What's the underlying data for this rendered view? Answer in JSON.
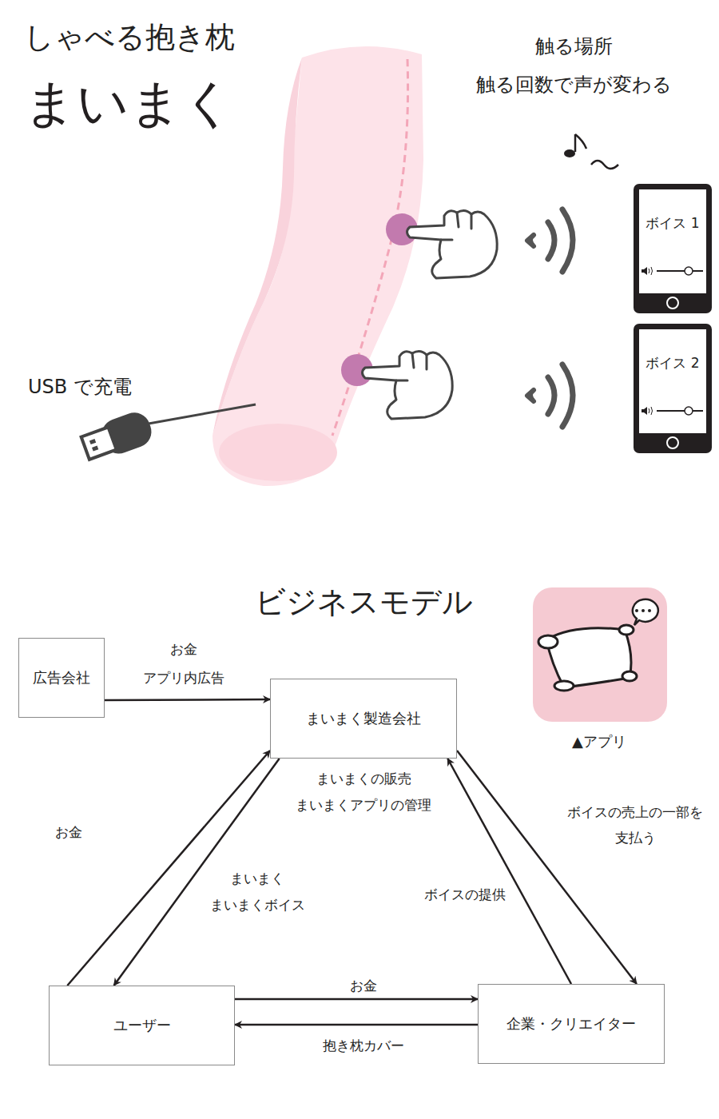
{
  "diagram": {
    "title": "まいまく",
    "nodes": [
      {
        "text": [
          "ボイス 1"
        ]
      },
      {
        "text": [
          "ボイス 2"
        ]
      },
      {
        "text": [
          "広告会社"
        ]
      },
      {
        "text": [
          "まいまく製造会社"
        ]
      },
      {
        "text": [
          "ユーザー"
        ]
      },
      {
        "text": [
          "企業・クリエイター"
        ]
      }
    ],
    "edges": [
      {
        "from": 2,
        "to": 3,
        "label": "お金 アプリ内広告",
        "arrow": "to"
      },
      {
        "from": 4,
        "to": 3,
        "label": "お金",
        "arrow": "to"
      },
      {
        "from": 3,
        "to": 4,
        "label": "まいまく まいまくボイス",
        "arrow": "to"
      },
      {
        "from": 3,
        "to": 5,
        "label": "ボイスの売上の一部を 支払う",
        "arrow": "to"
      },
      {
        "from": 5,
        "to": 3,
        "label": "ボイスの提供",
        "arrow": "to"
      },
      {
        "from": 4,
        "to": 5,
        "label": "お金",
        "arrow": "to"
      },
      {
        "from": 5,
        "to": 4,
        "label": "抱き枕カバー",
        "arrow": "to"
      }
    ],
    "labels": [
      "しゃべる抱き枕",
      "触る場所",
      "触る回数で声が変わる",
      "USB で充電",
      "ビジネスモデル",
      "▲アプリ",
      "まいまくの販売 まいまくアプリの管理"
    ]
  }
}
